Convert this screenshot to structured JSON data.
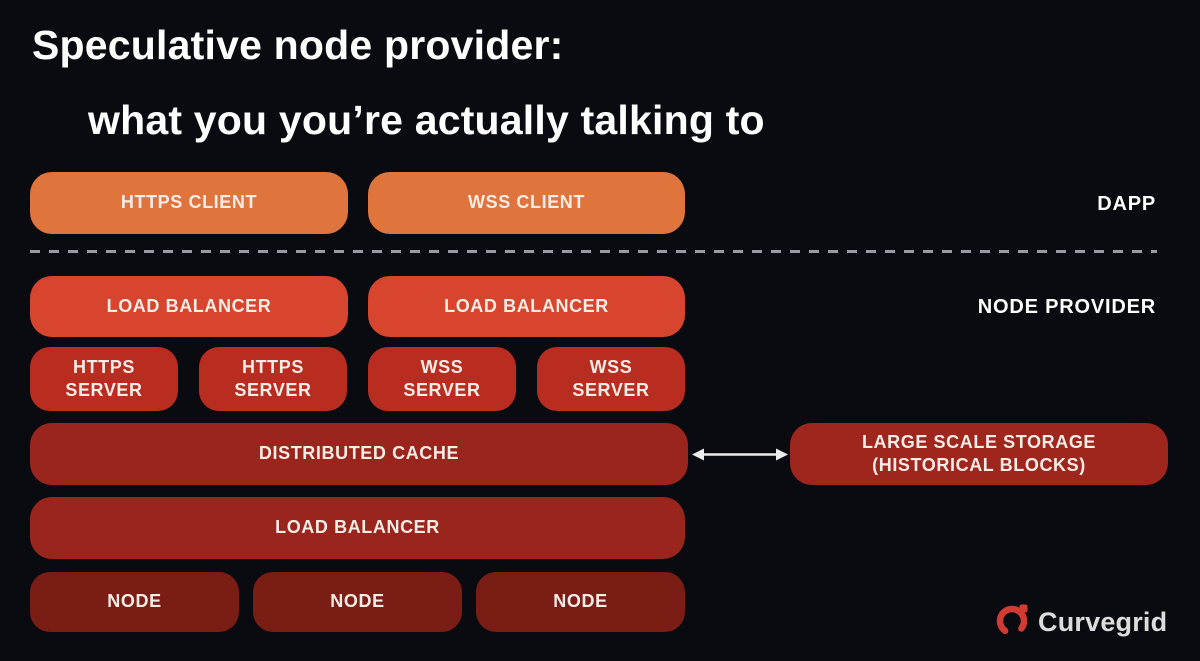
{
  "title": {
    "line1": "Speculative node provider:",
    "line2": "what you you’re actually talking to"
  },
  "zones": {
    "dapp_label": "DAPP",
    "node_provider_label": "NODE PROVIDER"
  },
  "diagram": {
    "client_row": [
      {
        "label": "HTTPS CLIENT"
      },
      {
        "label": "WSS CLIENT"
      }
    ],
    "lb_row": [
      {
        "label": "LOAD BALANCER"
      },
      {
        "label": "LOAD BALANCER"
      }
    ],
    "server_row": [
      {
        "line1": "HTTPS",
        "line2": "SERVER"
      },
      {
        "line1": "HTTPS",
        "line2": "SERVER"
      },
      {
        "line1": "WSS",
        "line2": "SERVER"
      },
      {
        "line1": "WSS",
        "line2": "SERVER"
      }
    ],
    "cache_label": "DISTRIBUTED CACHE",
    "storage": {
      "line1": "LARGE SCALE STORAGE",
      "line2": "(HISTORICAL BLOCKS)"
    },
    "lb_wide_label": "LOAD BALANCER",
    "nodes": [
      {
        "label": "NODE"
      },
      {
        "label": "NODE"
      },
      {
        "label": "NODE"
      }
    ]
  },
  "logo": {
    "text": "Curvegrid"
  },
  "colors": {
    "background": "#0a0a11",
    "client_orange": "#e0743d",
    "lb_red": "#d8452e",
    "server_red": "#b92c20",
    "cache_dark_red": "#9a251c",
    "node_maroon": "#7a1d15",
    "box_text": "#f7ece6",
    "divider_gray": "#979ca4",
    "logo_red": "#d23b31"
  }
}
